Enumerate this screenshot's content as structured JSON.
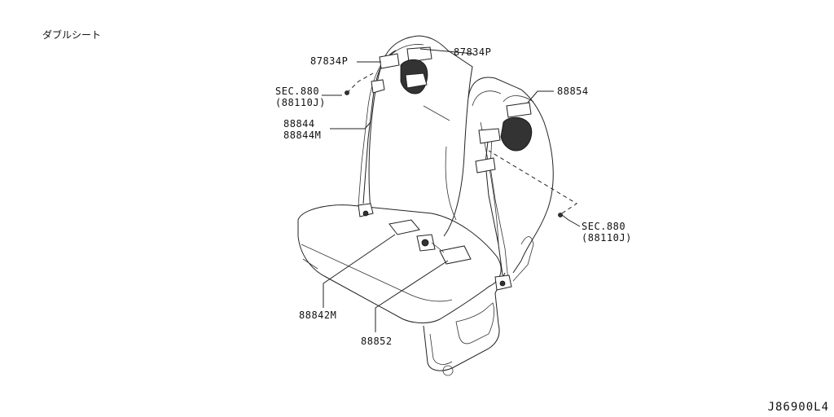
{
  "title": "ダブルシート",
  "diagram_code": "J86900L4",
  "labels": {
    "l1": "87834P",
    "l2": "87834P",
    "l3_a": "SEC.880",
    "l3_b": "(88110J)",
    "l4_a": "88844",
    "l4_b": "88844M",
    "l5": "88854",
    "l6_a": "SEC.880",
    "l6_b": "(88110J)",
    "l7": "88842M",
    "l8": "88852"
  }
}
